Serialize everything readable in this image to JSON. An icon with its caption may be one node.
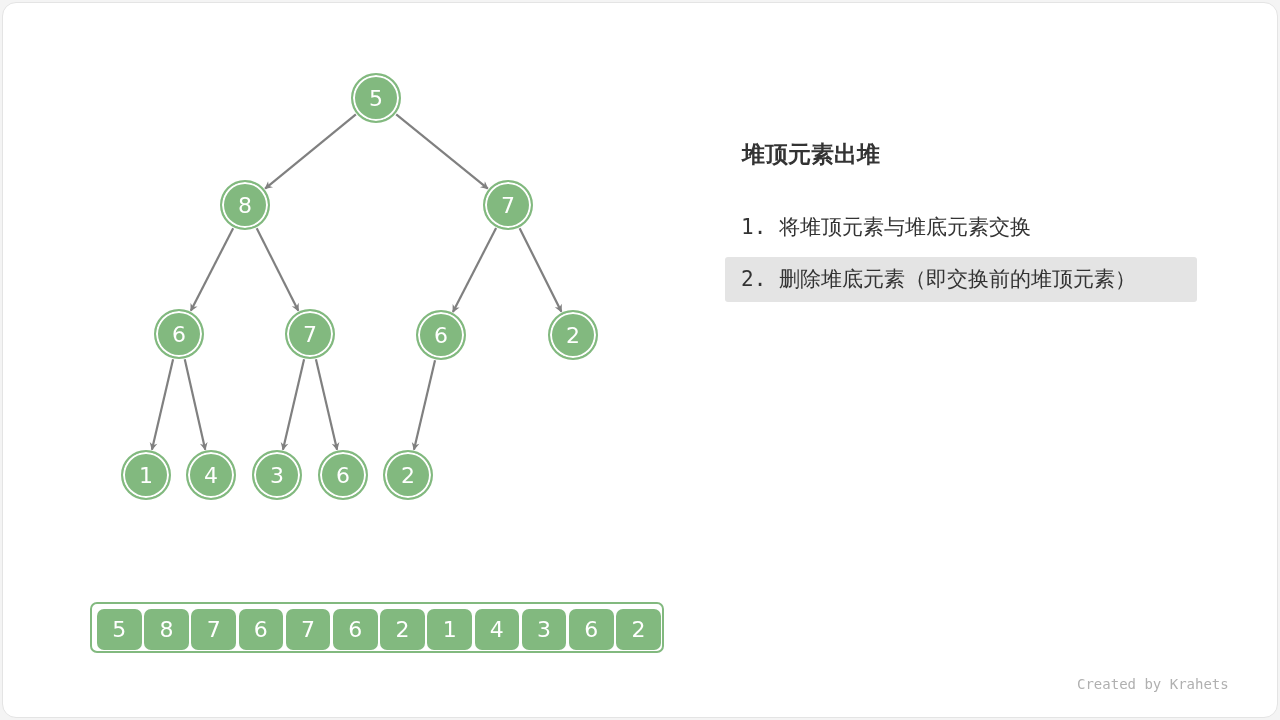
{
  "diagram": {
    "title": "堆顶元素出堆",
    "nodes": [
      {
        "text": [
          "5"
        ]
      },
      {
        "text": [
          "8"
        ]
      },
      {
        "text": [
          "7"
        ]
      },
      {
        "text": [
          "6"
        ]
      },
      {
        "text": [
          "7"
        ]
      },
      {
        "text": [
          "6"
        ]
      },
      {
        "text": [
          "2"
        ]
      },
      {
        "text": [
          "1"
        ]
      },
      {
        "text": [
          "4"
        ]
      },
      {
        "text": [
          "3"
        ]
      },
      {
        "text": [
          "6"
        ]
      },
      {
        "text": [
          "2"
        ]
      },
      {
        "text": [],
        "shape": "box"
      },
      {
        "text": [
          "5"
        ],
        "in": 12
      },
      {
        "text": [
          "8"
        ],
        "in": 12
      },
      {
        "text": [
          "7"
        ],
        "in": 12
      },
      {
        "text": [
          "6"
        ],
        "in": 12
      },
      {
        "text": [
          "7"
        ],
        "in": 12
      },
      {
        "text": [
          "6"
        ],
        "in": 12
      },
      {
        "text": [
          "2"
        ],
        "in": 12
      },
      {
        "text": [
          "1"
        ],
        "in": 12
      },
      {
        "text": [
          "4"
        ],
        "in": 12
      },
      {
        "text": [
          "3"
        ],
        "in": 12
      },
      {
        "text": [
          "6"
        ],
        "in": 12
      },
      {
        "text": [
          "2"
        ],
        "in": 12
      },
      {
        "text": [
          "2. 删除堆底元素（即交换前的堆顶元素）"
        ]
      }
    ],
    "edges": [
      {
        "from": 0,
        "to": 1,
        "arrow": "to"
      },
      {
        "from": 0,
        "to": 2,
        "arrow": "to"
      },
      {
        "from": 1,
        "to": 3,
        "arrow": "to"
      },
      {
        "from": 1,
        "to": 4,
        "arrow": "to"
      },
      {
        "from": 2,
        "to": 5,
        "arrow": "to"
      },
      {
        "from": 2,
        "to": 6,
        "arrow": "to"
      },
      {
        "from": 3,
        "to": 7,
        "arrow": "to"
      },
      {
        "from": 3,
        "to": 8,
        "arrow": "to"
      },
      {
        "from": 4,
        "to": 9,
        "arrow": "to"
      },
      {
        "from": 4,
        "to": 10,
        "arrow": "to"
      },
      {
        "from": 5,
        "to": 11,
        "arrow": "to"
      }
    ],
    "labels": [
      "1. 将堆顶元素与堆底元素交换",
      "Created by Krahets"
    ]
  }
}
